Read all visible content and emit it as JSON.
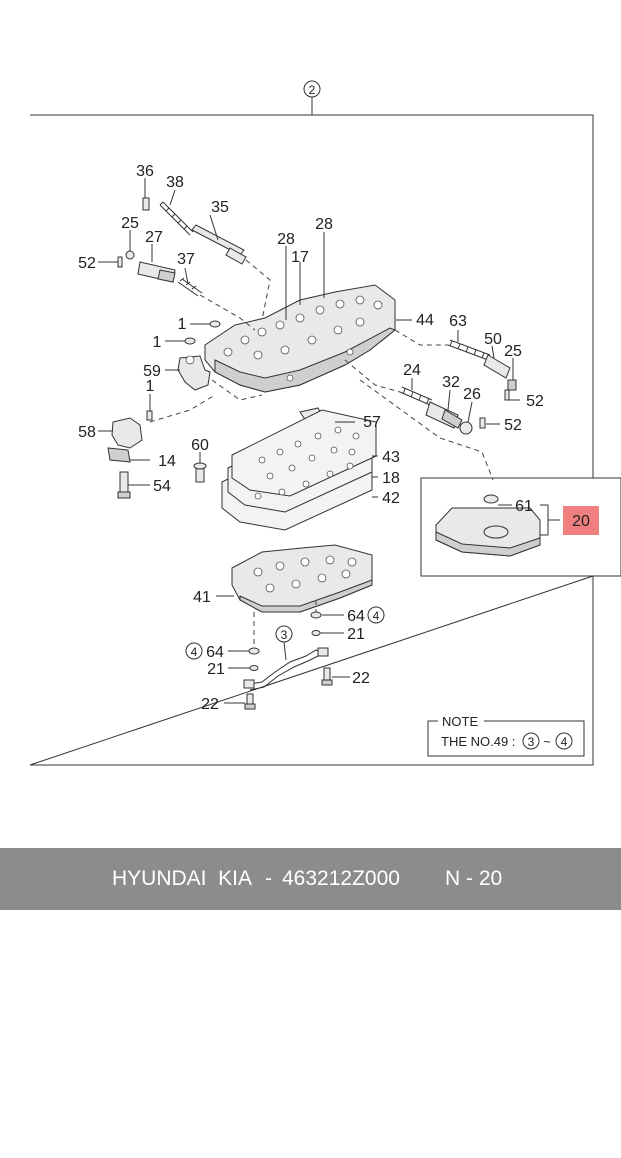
{
  "diagram": {
    "assembly_callout": "2",
    "part_labels": {
      "p36": "36",
      "p38": "38",
      "p35": "35",
      "p25a": "25",
      "p27": "27",
      "p37": "37",
      "p52a": "52",
      "p28a": "28",
      "p17": "17",
      "p28b": "28",
      "p44": "44",
      "p1a": "1",
      "p1b": "1",
      "p59": "59",
      "p1c": "1",
      "p58": "58",
      "p14": "14",
      "p54": "54",
      "p60": "60",
      "p57": "57",
      "p63": "63",
      "p50": "50",
      "p25b": "25",
      "p52b": "52",
      "p24": "24",
      "p32": "32",
      "p26": "26",
      "p52c": "52",
      "p43": "43",
      "p18": "18",
      "p42": "42",
      "p61": "61",
      "p20": "20",
      "p41": "41",
      "p64a": "64",
      "p64b": "64",
      "p21a": "21",
      "p21b": "21",
      "p22a": "22",
      "p22b": "22",
      "p3": "3"
    },
    "circled_refs": {
      "c4a": "4",
      "c4b": "4"
    },
    "note": {
      "title": "NOTE",
      "prefix": "THE NO.49 :",
      "from": "3",
      "separator": "~",
      "to": "4"
    },
    "highlight_color": "#f08080"
  },
  "footer": {
    "brand": "HYUNDAI  KIA",
    "dash": "-",
    "part_number": "463212Z000",
    "page": "N - 20"
  }
}
